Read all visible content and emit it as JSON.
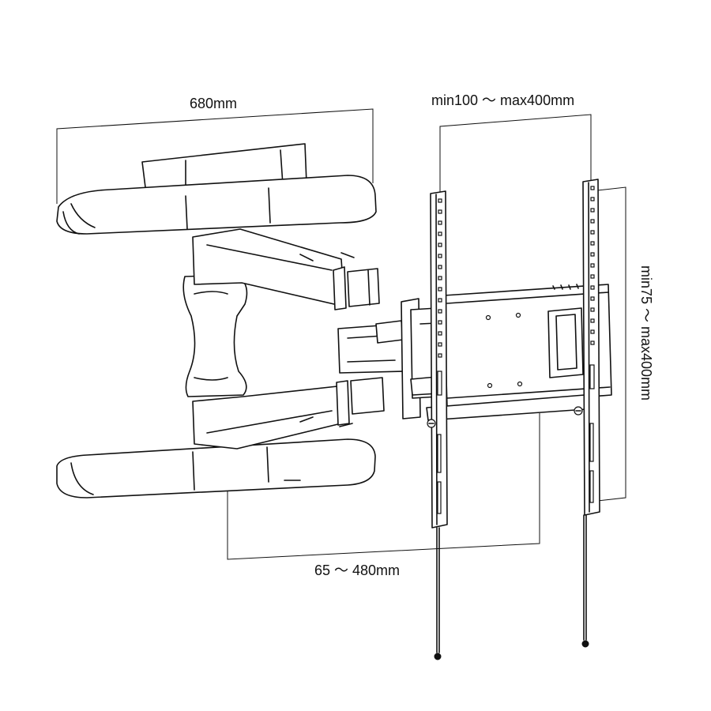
{
  "dimensions": {
    "width_label": "680mm",
    "horizontal_pitch_label": "min100 ～ max400mm",
    "vertical_pitch_label": "min75 ～ max400mm",
    "depth_label": "65 ～ 480mm"
  }
}
